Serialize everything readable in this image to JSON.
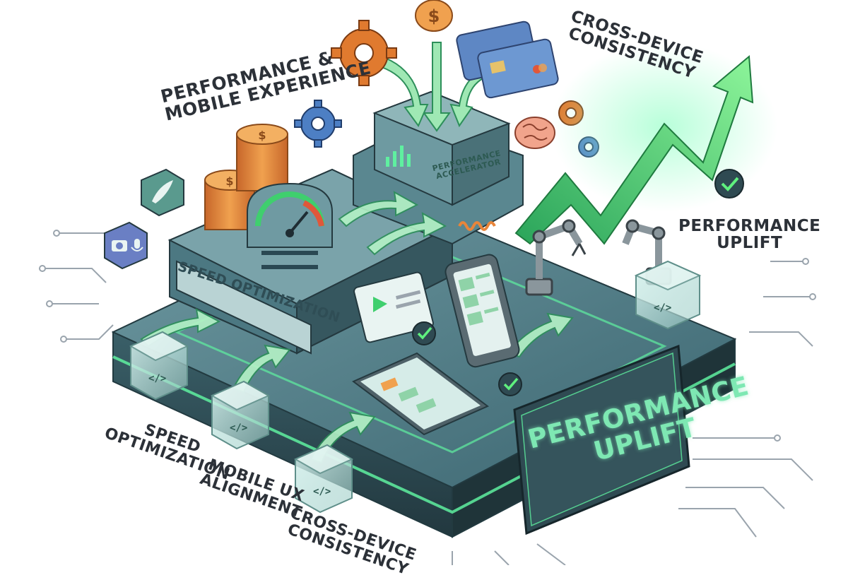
{
  "labels": {
    "top_heading_line1": "PERFORMANCE &",
    "top_heading_line2": "MOBILE EXPERIENCE",
    "top_right_line1": "CROSS-DEVICE",
    "top_right_line2": "CONSISTENCY",
    "right_line1": "PERFORMANCE",
    "right_line2": "UPLIFT",
    "platform_belt": "SPEED OPTIMIZATION",
    "device_line1": "PERFORMANCE",
    "device_line2": "ACCELERATOR",
    "sign_line1": "PERFORMANCE",
    "sign_line2": "UPLIFT",
    "step1_line1": "SPEED",
    "step1_line2": "OPTIMIZATION",
    "step2_line1": "MOBILE UX",
    "step2_line2": "ALIGNMENT",
    "step3_line1": "CROSS-DEVICE",
    "step3_line2": "CONSISTENCY"
  },
  "code_cube_glyph": "</>",
  "colors": {
    "platform_top": "#3f6f78",
    "platform_side": "#2a4852",
    "glow": "#5ff0a0",
    "arrow_green": "#3fcf6e",
    "coin": "#e8853a",
    "gear_orange": "#e07a2f",
    "gear_blue": "#4d7fc4",
    "check_green": "#2fb86a",
    "sign_bg": "#2f4a52"
  },
  "icons": [
    "gear-icon",
    "coin-icon",
    "credit-card-icon",
    "brain-icon",
    "check-icon",
    "camera-icon",
    "microphone-icon",
    "feather-icon",
    "speedometer-icon",
    "robot-arm-icon",
    "smartphone-icon",
    "tablet-icon",
    "code-icon"
  ]
}
